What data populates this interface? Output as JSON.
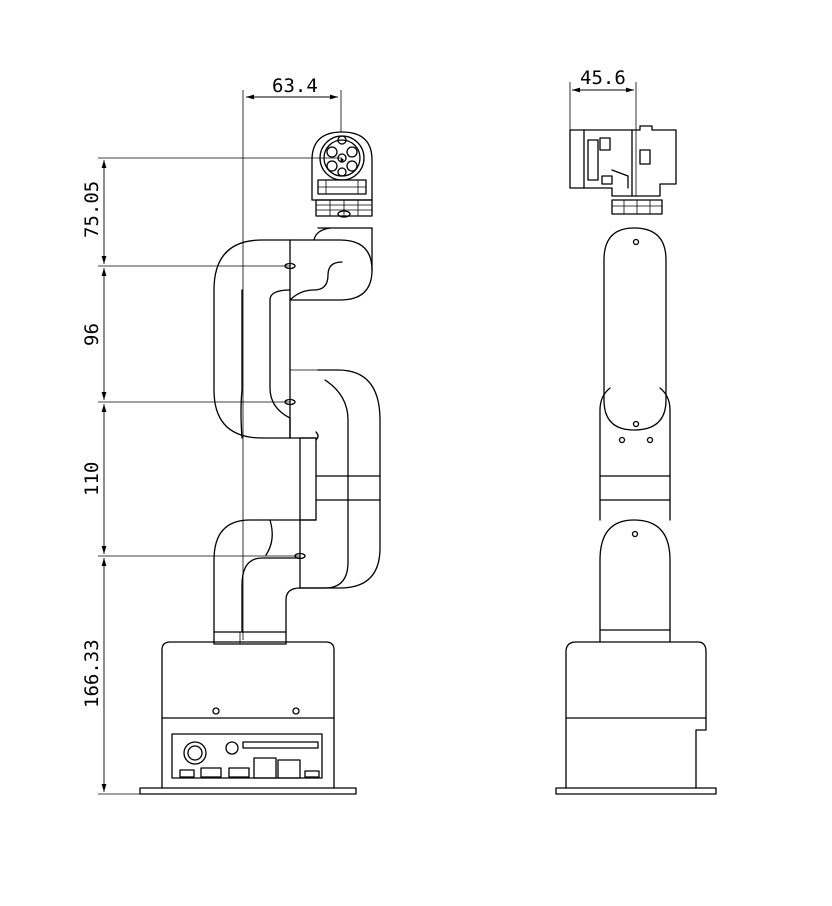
{
  "dimensions": {
    "front_view": {
      "flange_width": "63.4",
      "heights": [
        "75.05",
        "96",
        "110",
        "166.33"
      ]
    },
    "side_view": {
      "head_depth": "45.6"
    }
  },
  "colors": {
    "line": "#000000",
    "background": "#ffffff"
  }
}
